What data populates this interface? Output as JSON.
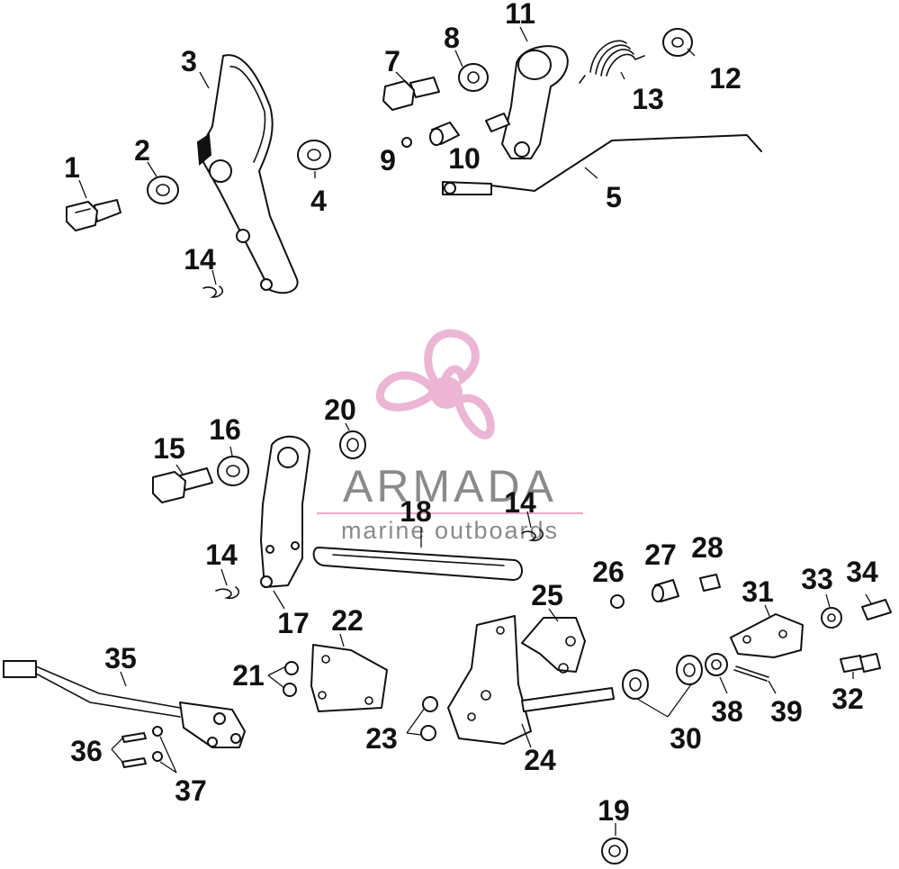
{
  "callouts": [
    "1",
    "2",
    "3",
    "4",
    "5",
    "7",
    "8",
    "9",
    "10",
    "11",
    "12",
    "13",
    "14",
    "14",
    "14",
    "14",
    "15",
    "16",
    "17",
    "18",
    "19",
    "20",
    "21",
    "22",
    "23",
    "24",
    "25",
    "26",
    "27",
    "28",
    "30",
    "31",
    "32",
    "33",
    "34",
    "35",
    "36",
    "37",
    "38",
    "39"
  ],
  "watermark": {
    "brand": "ARMADA",
    "tagline": "marine outboards",
    "color": "#e9a9cc"
  },
  "colors": {
    "line": "#111111",
    "background": "#ffffff"
  }
}
